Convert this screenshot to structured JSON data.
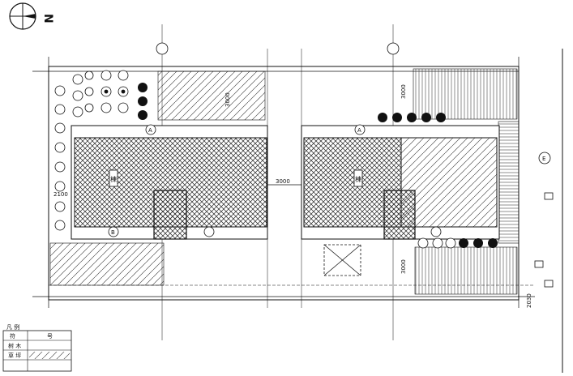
{
  "compass": {
    "north_letter": "N"
  },
  "plan": {
    "dimension_between_buildings": "3000",
    "dimension_top_left": "3000",
    "dimension_top_right": "3000",
    "dimension_bottom_right": "3000",
    "dimension_left_small": "2100",
    "building_left_label": "棟",
    "building_right_label": "棟",
    "grid_bubble_a": "A",
    "grid_bubble_b": "B",
    "detail_marker": "E",
    "right_edge_mark": "2030"
  },
  "legend": {
    "header": "凡 例",
    "col1": "符",
    "col2": "号",
    "row1_label": "树 木",
    "row2_label": "草 坪"
  }
}
